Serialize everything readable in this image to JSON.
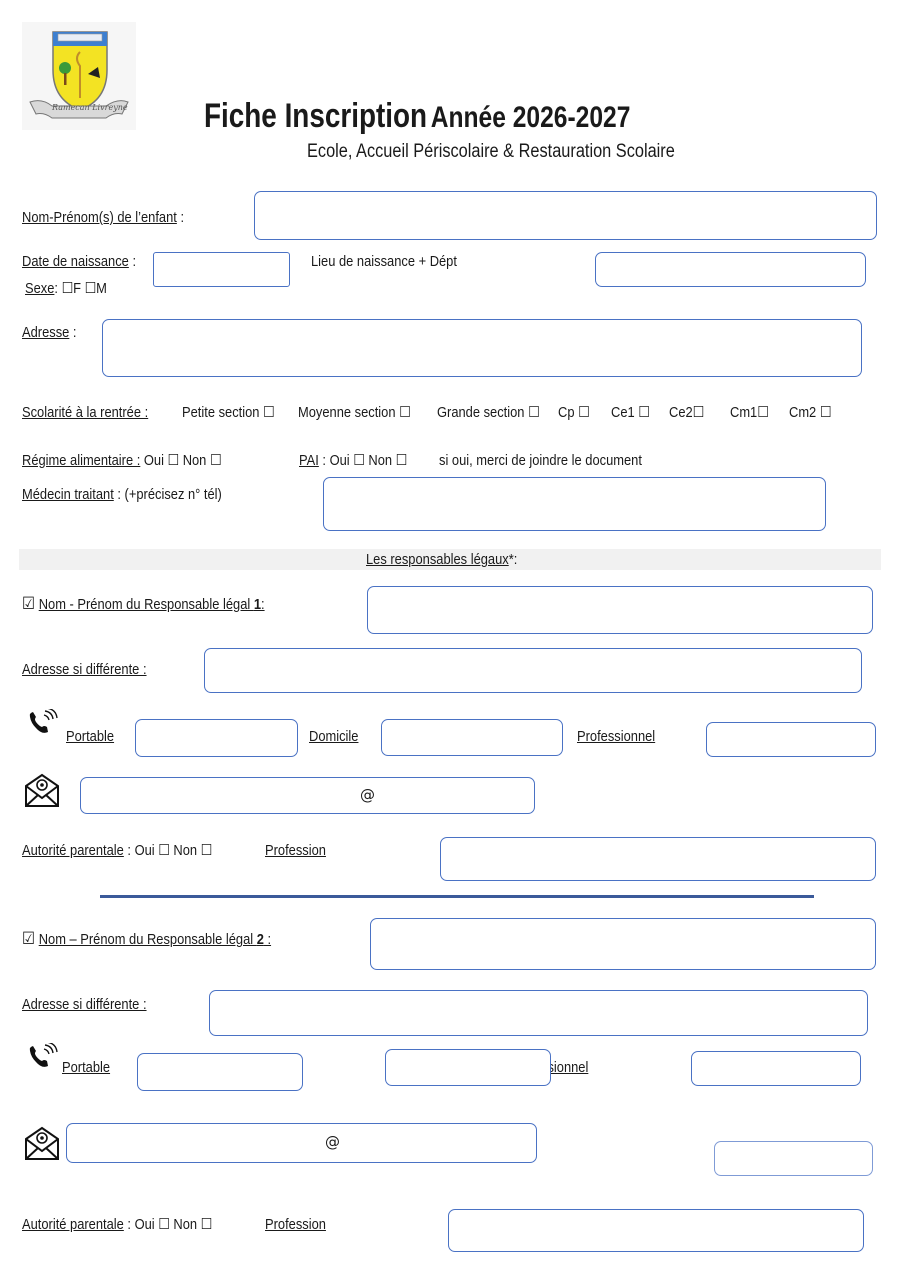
{
  "header": {
    "crest_ribbon": "Ramecan Livreyne",
    "title_main": "Fiche Inscription",
    "title_year": "Année 2026-2027",
    "subtitle": "Ecole, Accueil Périscolaire & Restauration Scolaire"
  },
  "child": {
    "name_label": "Nom-Prénom(s) de l’enfant",
    "name_suffix": " :",
    "dob_label": "Date de naissance",
    "dob_suffix": " :",
    "birthplace_label": "Lieu de naissance + Dépt",
    "sex_label": "Sexe",
    "sex_options": ": ☐F  ☐M",
    "address_label": "Adresse",
    "address_suffix": " :"
  },
  "schooling": {
    "label": "Scolarité à la rentrée :",
    "levels": [
      "Petite section ☐",
      "Moyenne section ☐",
      "Grande section ☐",
      "Cp ☐",
      "Ce1 ☐",
      "Ce2☐",
      "Cm1☐",
      "Cm2 ☐"
    ]
  },
  "diet": {
    "label": "Régime alimentaire :",
    "options": " Oui ☐ Non ☐",
    "pai_label": "PAI",
    "pai_options": " : Oui ☐  Non ☐",
    "pai_note": "si oui, merci de joindre le document",
    "doctor_label": "Médecin traitant",
    "doctor_note": " : (+précisez n° tél)"
  },
  "guardians": {
    "section_title": "Les responsables légaux",
    "section_suffix": "*:",
    "checkbox_glyph": "☑",
    "g1": {
      "name_label": "Nom - Prénom du Responsable légal ",
      "number": "1",
      "name_suffix": ":",
      "address_label": "Adresse si différente :",
      "mobile_label": "Portable",
      "home_label": "Domicile",
      "work_label": "Professionnel",
      "email_at": "@",
      "authority_label": "Autorité parentale",
      "authority_options": " : Oui ☐  Non ☐",
      "profession_label": "Profession"
    },
    "g2": {
      "name_label": "Nom – Prénom du Responsable légal ",
      "number": "2",
      "name_suffix": " :",
      "address_label": "Adresse si différente :",
      "mobile_label": "Portable",
      "work_label_partial": "ssionnel",
      "email_at": "@",
      "authority_label": "Autorité parentale",
      "authority_options": " : Oui ☐  Non ☐",
      "profession_label": "Profession"
    }
  },
  "colors": {
    "field_border": "#4a72c4",
    "divider": "#3b5a9a",
    "section_band": "#f1f1f1"
  }
}
